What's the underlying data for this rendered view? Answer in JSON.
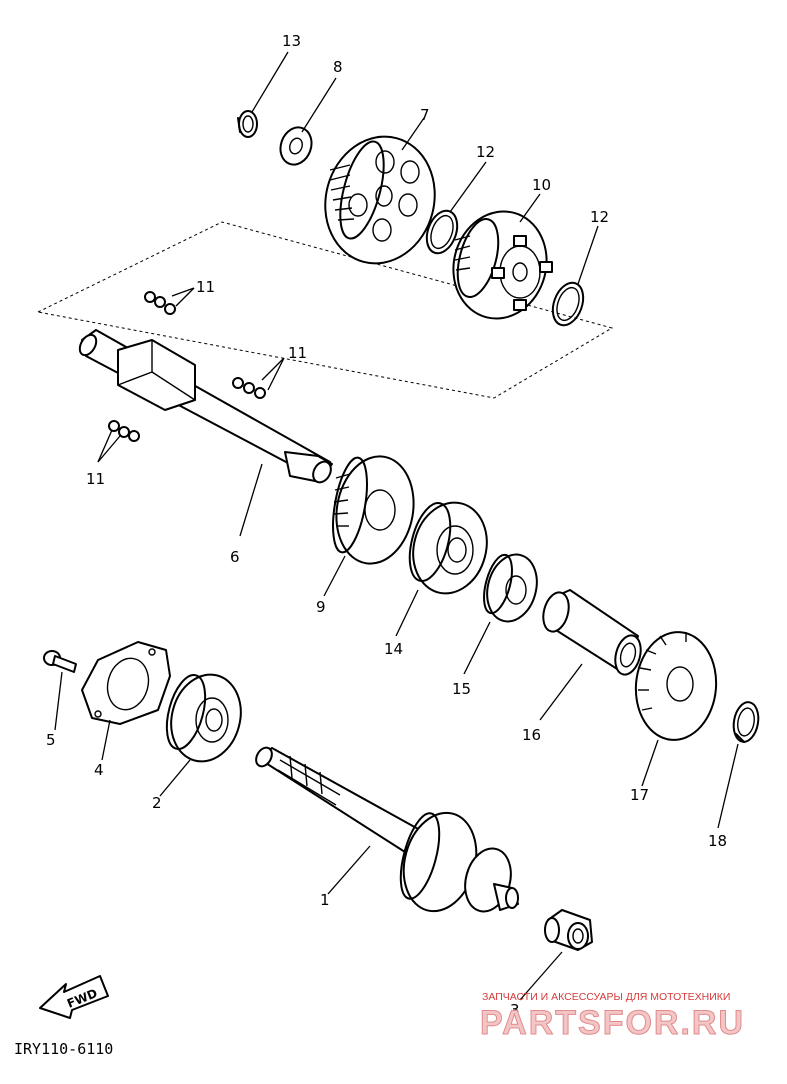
{
  "diagram_code": "IRY110-6110",
  "fwd_label": "FWD",
  "watermark": {
    "tagline": "ЗАПЧАСТИ И АКСЕССУАРЫ ДЛЯ МОТОТЕХНИКИ",
    "brand": "PARTSFOR.RU"
  },
  "callouts": [
    "1",
    "2",
    "3",
    "4",
    "5",
    "6",
    "7",
    "8",
    "9",
    "10",
    "11",
    "11",
    "11",
    "12",
    "12",
    "13",
    "14",
    "15",
    "16",
    "17",
    "18"
  ]
}
